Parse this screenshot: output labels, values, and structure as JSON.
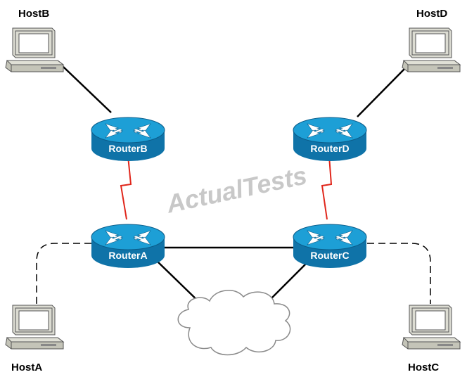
{
  "watermark": "ActualTests",
  "hosts": {
    "hostB": "HostB",
    "hostD": "HostD",
    "hostA": "HostA",
    "hostC": "HostC"
  },
  "routers": {
    "routerB": "RouterB",
    "routerD": "RouterD",
    "routerA": "RouterA",
    "routerC": "RouterC"
  },
  "colors": {
    "router_top": "#1d9fd6",
    "router_side": "#0f73a8",
    "serial_link": "#e0261b",
    "cloud_fill": "#ffffff"
  }
}
